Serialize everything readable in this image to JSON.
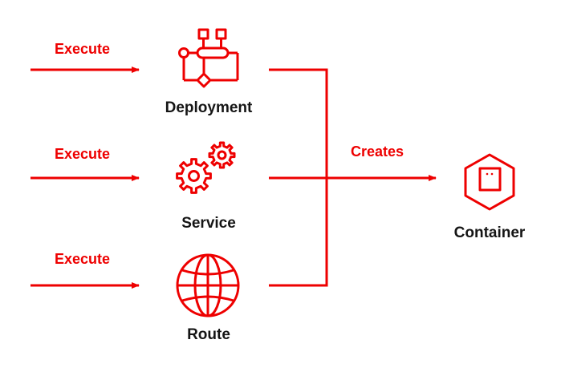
{
  "colors": {
    "accent": "#ee0000",
    "text": "#151515",
    "background": "#ffffff"
  },
  "inputs": [
    {
      "arrow_label": "Execute",
      "name": "Deployment",
      "icon": "deployment-icon"
    },
    {
      "arrow_label": "Execute",
      "name": "Service",
      "icon": "gears-icon"
    },
    {
      "arrow_label": "Execute",
      "name": "Route",
      "icon": "globe-icon"
    }
  ],
  "output": {
    "arrow_label": "Creates",
    "name": "Container",
    "icon": "container-icon"
  }
}
